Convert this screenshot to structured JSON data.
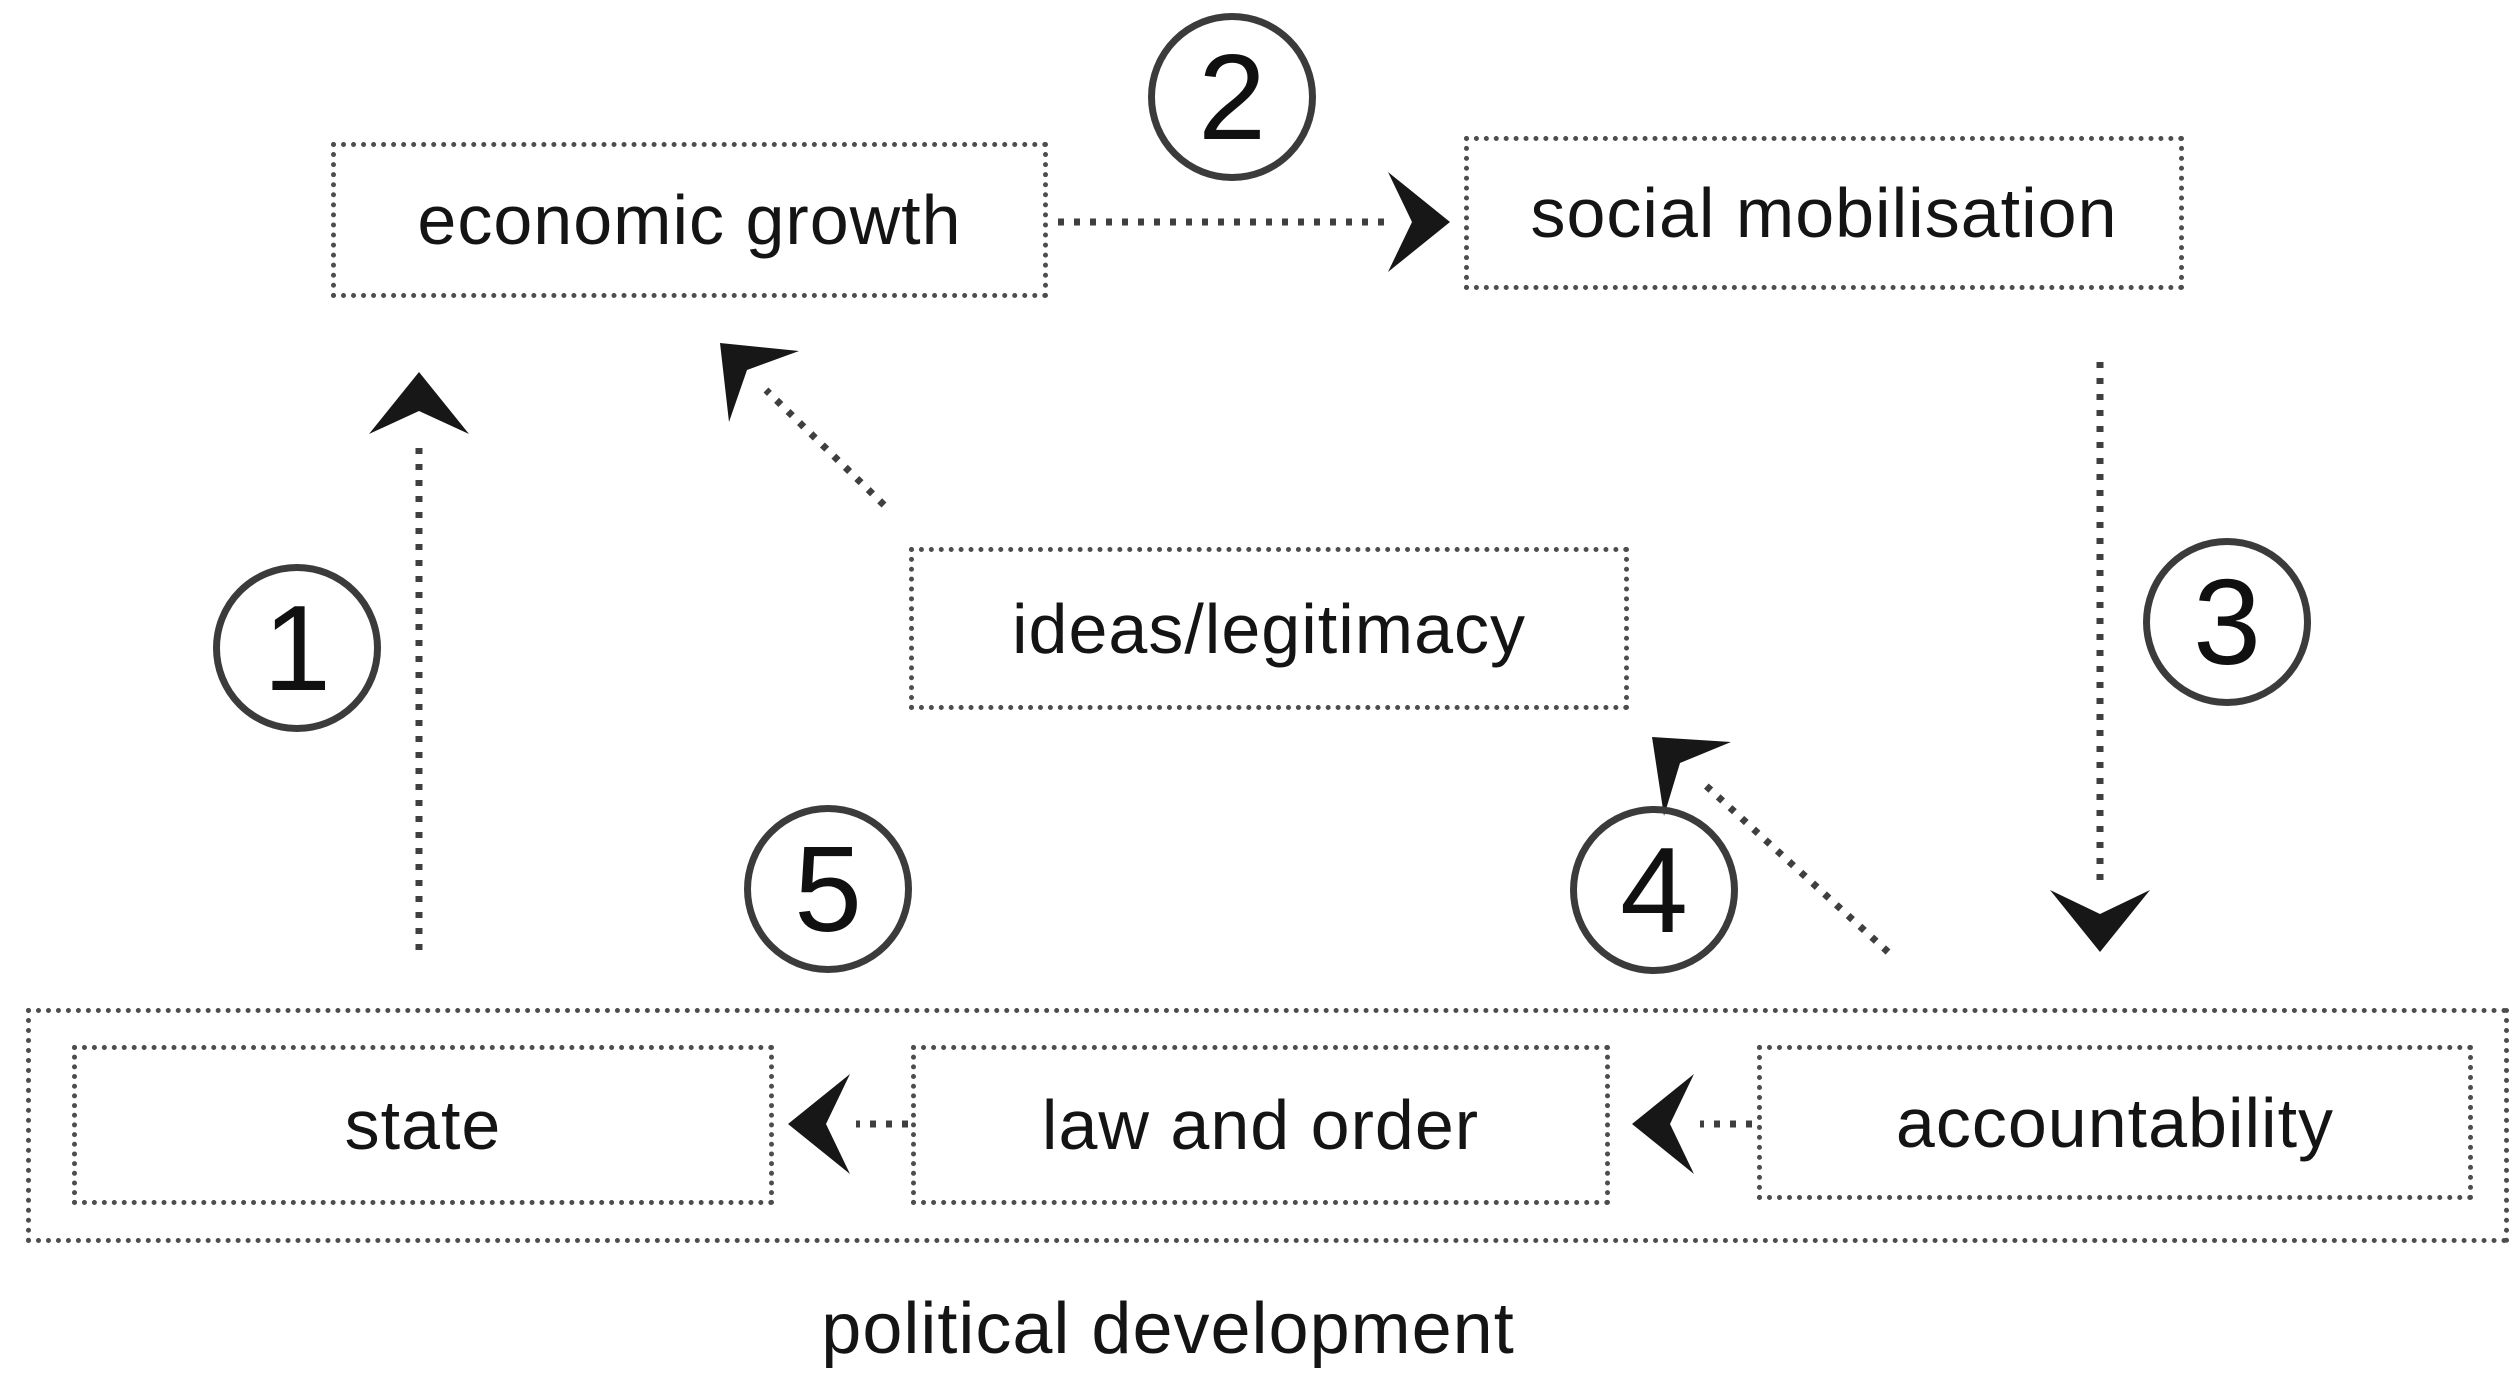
{
  "diagram": {
    "nodes": {
      "economic_growth": "economic growth",
      "social_mobilisation": "social mobilisation",
      "ideas_legitimacy": "ideas/legitimacy",
      "state": "state",
      "law_and_order": "law and order",
      "accountability": "accountability"
    },
    "container_label": "political development",
    "steps": {
      "s1": "1",
      "s2": "2",
      "s3": "3",
      "s4": "4",
      "s5": "5"
    },
    "arrows": [
      {
        "step": "1",
        "from": "state",
        "to": "economic growth",
        "style": "dotted"
      },
      {
        "step": "2",
        "from": "economic growth",
        "to": "social mobilisation",
        "style": "dotted"
      },
      {
        "step": "3",
        "from": "social mobilisation",
        "to": "political development",
        "style": "dotted"
      },
      {
        "step": "4",
        "from": "political development",
        "to": "ideas/legitimacy",
        "style": "dotted"
      },
      {
        "step": "5",
        "from": "ideas/legitimacy",
        "to": "economic growth",
        "style": "dotted"
      },
      {
        "step": "",
        "from": "law and order",
        "to": "state",
        "style": "dotted"
      },
      {
        "step": "",
        "from": "accountability",
        "to": "law and order",
        "style": "dotted"
      }
    ],
    "colors": {
      "background": "#ffffff",
      "text": "#141414",
      "border_dots": "#4d4d4d",
      "arrow": "#171717"
    }
  }
}
